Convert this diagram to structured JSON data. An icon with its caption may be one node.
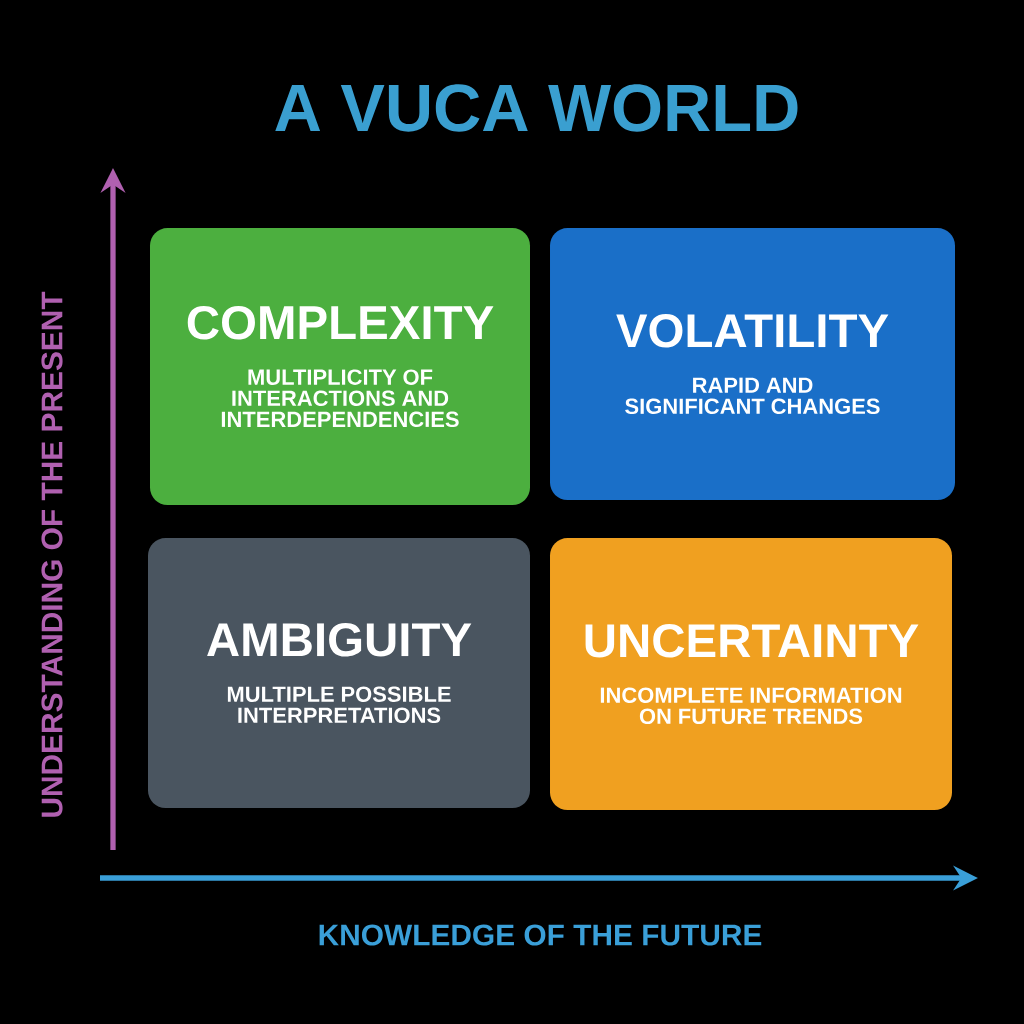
{
  "diagram": {
    "title": "A VUCA WORLD",
    "nodes": [
      {
        "text": [
          "COMPLEXITY",
          "MULTIPLICITY OF INTERACTIONS AND INTERDEPENDENCIES"
        ]
      },
      {
        "text": [
          "VOLATILITY",
          "RAPID AND SIGNIFICANT CHANGES"
        ]
      },
      {
        "text": [
          "AMBIGUITY",
          "MULTIPLE POSSIBLE INTERPRETATIONS"
        ]
      },
      {
        "text": [
          "UNCERTAINTY",
          "INCOMPLETE INFORMATION ON FUTURE TRENDS"
        ]
      }
    ],
    "edges": [],
    "labels": [
      "UNDERSTANDING OF THE PRESENT",
      "KNOWLEDGE OF THE FUTURE"
    ]
  }
}
